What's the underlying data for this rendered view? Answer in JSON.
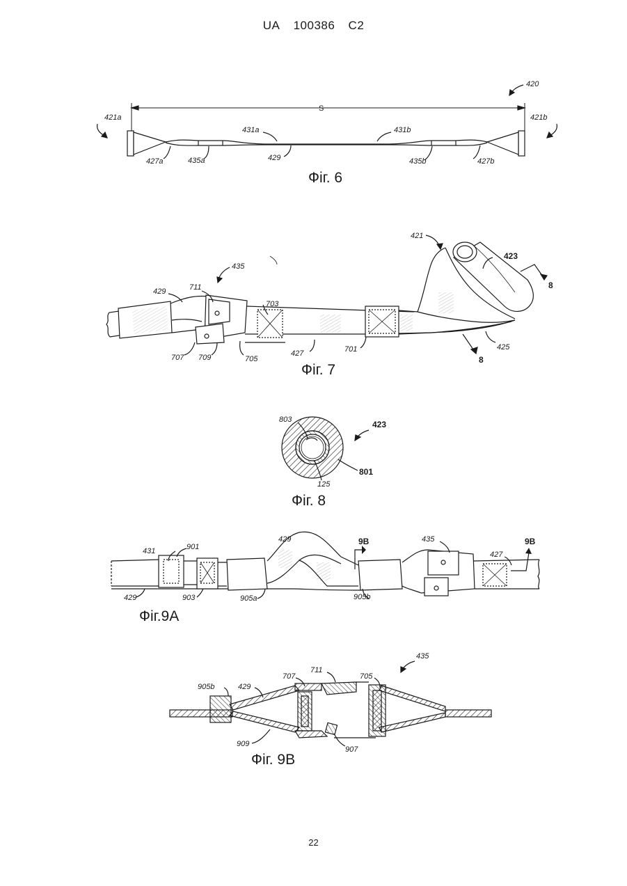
{
  "header": {
    "country": "UA",
    "number": "100386",
    "kind": "C2"
  },
  "page_number": "22",
  "fig6": {
    "caption": "Фіг. 6",
    "labels": {
      "l420": "420",
      "lS": "S",
      "l421a": "421a",
      "l421b": "421b",
      "l431a": "431a",
      "l431b": "431b",
      "l427a": "427a",
      "l435a": "435a",
      "l429": "429",
      "l435b": "435b",
      "l427b": "427b"
    }
  },
  "fig7": {
    "caption": "Фіг. 7",
    "labels": {
      "l421": "421",
      "l423": "423",
      "l435": "435",
      "l8a": "8",
      "l8b": "8",
      "l429": "429",
      "l711": "711",
      "l703": "703",
      "l707": "707",
      "l709": "709",
      "l705": "705",
      "l427": "427",
      "l701": "701",
      "l425": "425"
    }
  },
  "fig8": {
    "caption": "Фіг. 8",
    "labels": {
      "l803": "803",
      "l423": "423",
      "l801": "801",
      "l125": "125"
    }
  },
  "fig9a": {
    "caption": "Фіг.9A",
    "labels": {
      "l429top": "429",
      "l9Ba": "9B",
      "l435": "435",
      "l9Bb": "9B",
      "l431": "431",
      "l901": "901",
      "l427": "427",
      "l429": "429",
      "l903": "903",
      "l905a": "905a",
      "l905b": "905b"
    }
  },
  "fig9b": {
    "caption": "Фіг. 9B",
    "labels": {
      "l435": "435",
      "l711": "711",
      "l707": "707",
      "l705": "705",
      "l905b": "905b",
      "l429": "429",
      "l909": "909",
      "l907": "907"
    }
  }
}
